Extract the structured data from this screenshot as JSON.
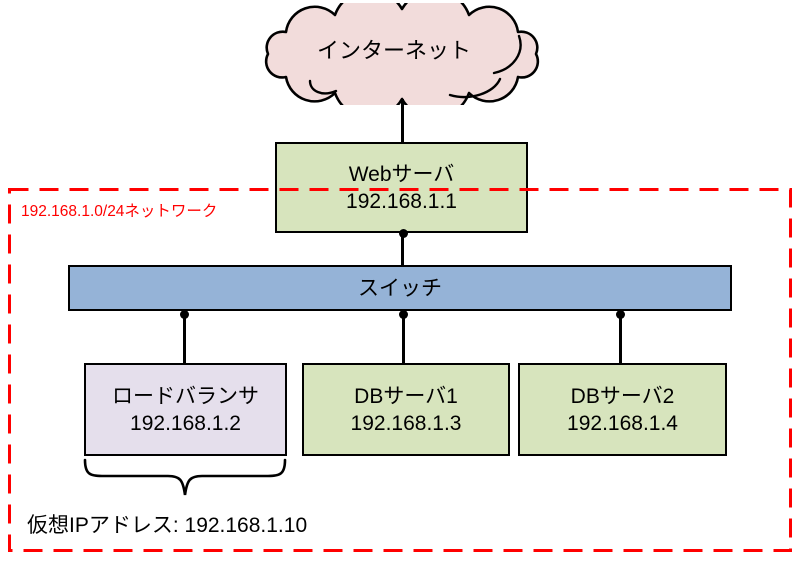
{
  "diagram": {
    "internet_cloud": {
      "label": "インターネット",
      "fill": "#F2DCDB"
    },
    "network_boundary": {
      "label": "192.168.1.0/24ネットワーク",
      "color": "#FF0000"
    },
    "nodes": {
      "web_server": {
        "name": "Webサーバ",
        "ip": "192.168.1.1",
        "fill": "#D7E4BD"
      },
      "switch": {
        "name": "スイッチ",
        "fill": "#95B3D7"
      },
      "load_balancer": {
        "name": "ロードバランサ",
        "ip": "192.168.1.2",
        "fill": "#E5DFEC"
      },
      "db_server_1": {
        "name": "DBサーバ1",
        "ip": "192.168.1.3",
        "fill": "#D7E4BD"
      },
      "db_server_2": {
        "name": "DBサーバ2",
        "ip": "192.168.1.4",
        "fill": "#D7E4BD"
      }
    },
    "virtual_ip_label": "仮想IPアドレス: 192.168.1.10",
    "line_color": "#000000"
  }
}
